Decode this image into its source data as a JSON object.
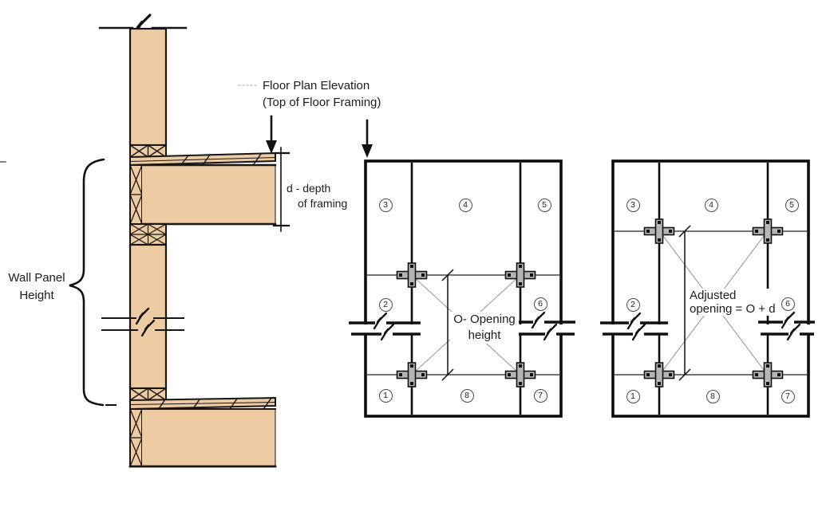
{
  "labels": {
    "floor_plan": {
      "line1": "Floor Plan Elevation",
      "line2": "(Top of Floor Framing)"
    },
    "depth": {
      "line1": "d - depth",
      "line2": "of framing"
    },
    "wall_panel": {
      "line1": "Wall Panel",
      "line2": "Height"
    },
    "opening": {
      "line1": "O- Opening",
      "line2": "height"
    },
    "adjusted": {
      "line1": "Adjusted",
      "line2": "opening = O + d"
    }
  },
  "panel_numbers": [
    "3",
    "4",
    "5",
    "2",
    "6",
    "1",
    "8",
    "7"
  ],
  "colors": {
    "wood": "#edcba3",
    "line": "#161616",
    "panel_border": "#0d0d0d",
    "connector_gray": "#b5b5b5",
    "diagonal_gray": "#9c9c9c"
  }
}
